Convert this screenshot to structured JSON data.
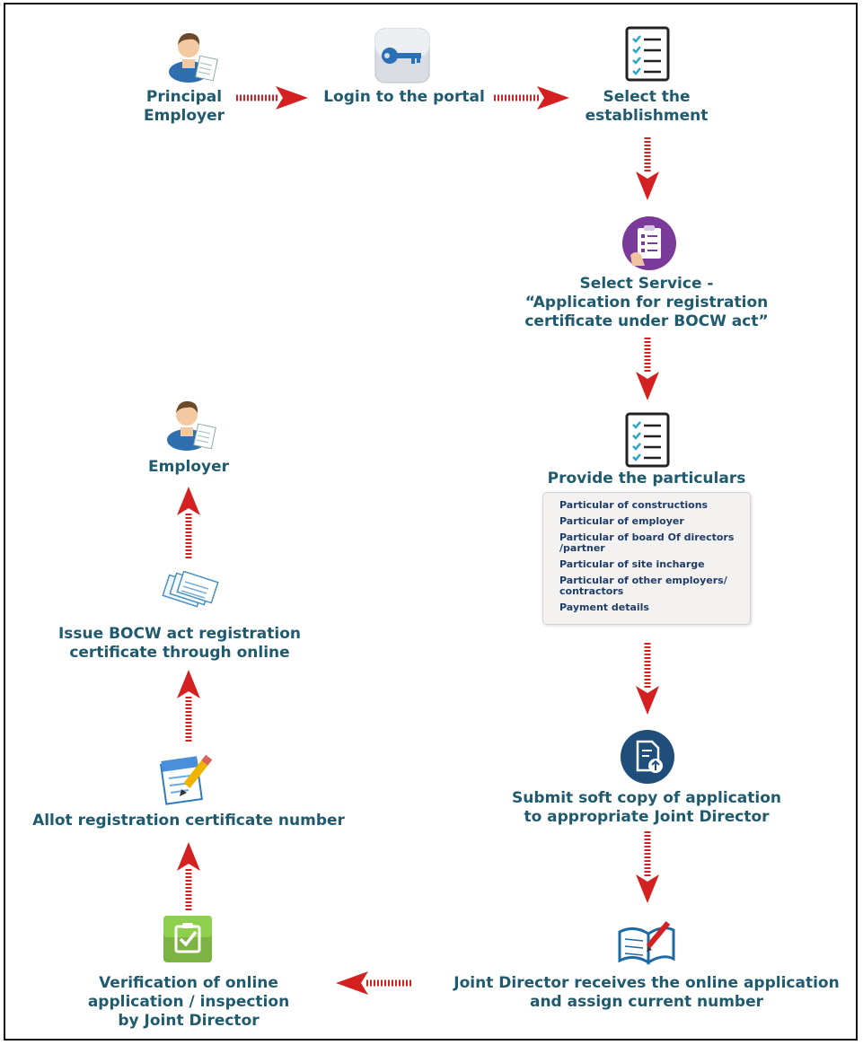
{
  "nodes": {
    "principal_employer": {
      "lines": [
        "Principal",
        "Employer"
      ]
    },
    "login": {
      "lines": [
        "Login to the portal"
      ]
    },
    "select_establishment": {
      "lines": [
        "Select the",
        "establishment"
      ]
    },
    "select_service": {
      "lines": [
        "Select Service -",
        "“Application for registration",
        "certificate under BOCW act”"
      ]
    },
    "provide_particulars": {
      "lines": [
        "Provide the particulars"
      ]
    },
    "submit": {
      "lines": [
        "Submit soft copy of application",
        "to appropriate Joint Director"
      ]
    },
    "jd_receives": {
      "lines": [
        "Joint Director receives the online application",
        "and assign current number"
      ]
    },
    "verification": {
      "lines": [
        "Verification of online",
        "application / inspection",
        "by Joint Director"
      ]
    },
    "allot": {
      "lines": [
        "Allot registration certificate number"
      ]
    },
    "issue": {
      "lines": [
        "Issue BOCW act registration",
        "certificate through online"
      ]
    },
    "employer": {
      "lines": [
        "Employer"
      ]
    }
  },
  "particulars": [
    "Particular of constructions",
    "Particular of employer",
    "Particular of board Of directors /partner",
    "Particular of site incharge",
    "Particular of other employers/ contractors",
    "Payment details"
  ],
  "colors": {
    "text": "#1f5a6e",
    "arrow": "#d42020",
    "box_text": "#1f3d66"
  }
}
